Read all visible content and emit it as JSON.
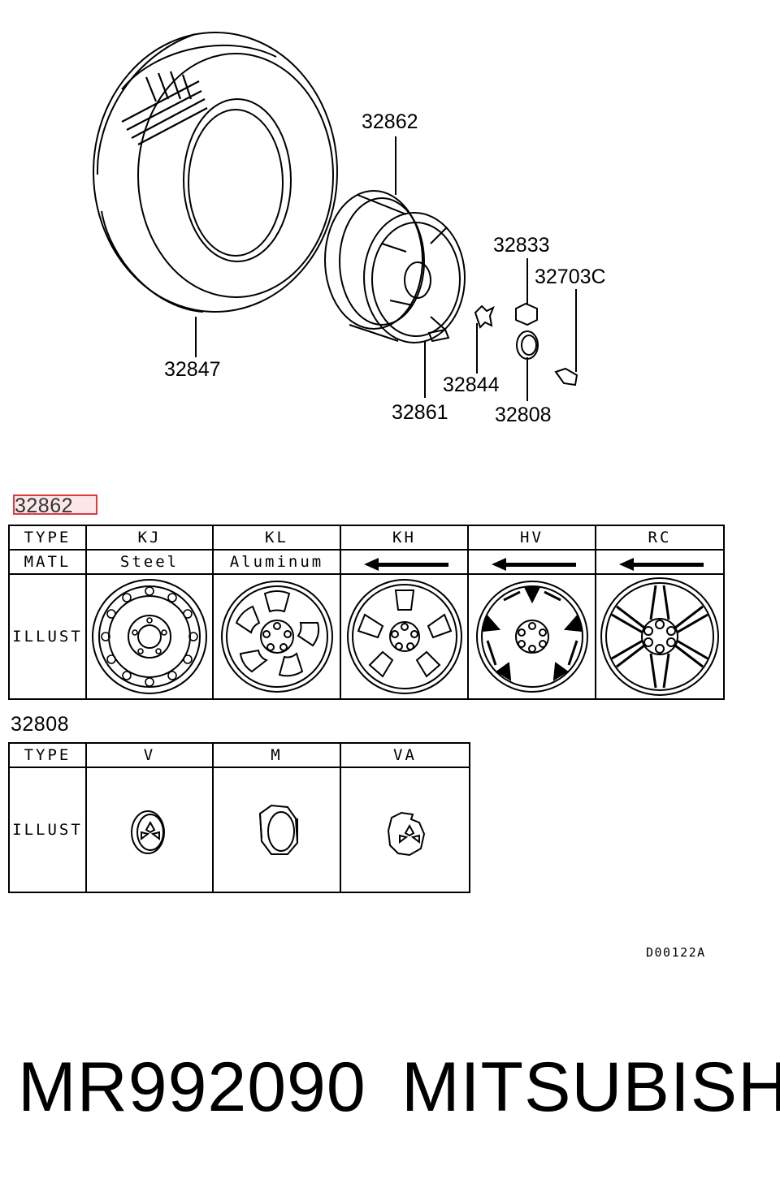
{
  "callouts": {
    "tire": "32847",
    "wheel": "32862",
    "nut": "32833",
    "valve": "32703C",
    "weight": "32844",
    "label": "32861",
    "cap": "32808"
  },
  "wheel_table": {
    "section_label": "32862",
    "row_type": "TYPE",
    "row_matl": "MATL",
    "row_illust": "ILLUST",
    "types": [
      "KJ",
      "KL",
      "KH",
      "HV",
      "RC"
    ],
    "materials": [
      "Steel",
      "Aluminum",
      "",
      "",
      ""
    ],
    "same_as_left_icon": "left-arrow-icon"
  },
  "cap_table": {
    "section_label": "32808",
    "row_type": "TYPE",
    "row_illust": "ILLUST",
    "types": [
      "V",
      "M",
      "VA"
    ]
  },
  "drawing_code": "D00122A",
  "footer": {
    "part_number": "MR992090",
    "brand": "MITSUBISHI"
  },
  "highlight_color": "#e0393e"
}
